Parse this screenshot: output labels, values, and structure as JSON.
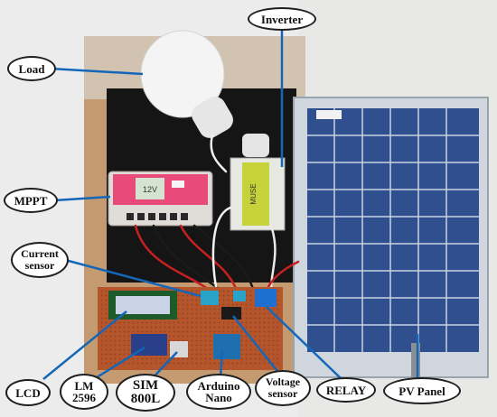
{
  "photo": {
    "subject": "Solar PV system prototype on a board",
    "colors": {
      "wall": "#e9e9e9",
      "board": "#c49a70",
      "black_panel": "#151515",
      "pv_cell": "#2f4f8e",
      "pcb": "#b5552c",
      "mppt_case": "#e0dcd7",
      "mppt_face": "#e84b7a",
      "leader_line": "#1467b8"
    }
  },
  "labels": {
    "inverter": "Inverter",
    "load": "Load",
    "mppt": "MPPT",
    "current_sensor": "Current\nsensor",
    "lcd": "LCD",
    "lm2596": "LM\n2596",
    "sim800l": "SIM\n800L",
    "arduino_nano": "Arduino\nNano",
    "voltage_sensor": "Voltage\nsensor",
    "relay": "RELAY",
    "pv_panel": "PV Panel"
  },
  "components": {
    "mppt_display": "12V",
    "inverter_brand": "MUSE"
  }
}
